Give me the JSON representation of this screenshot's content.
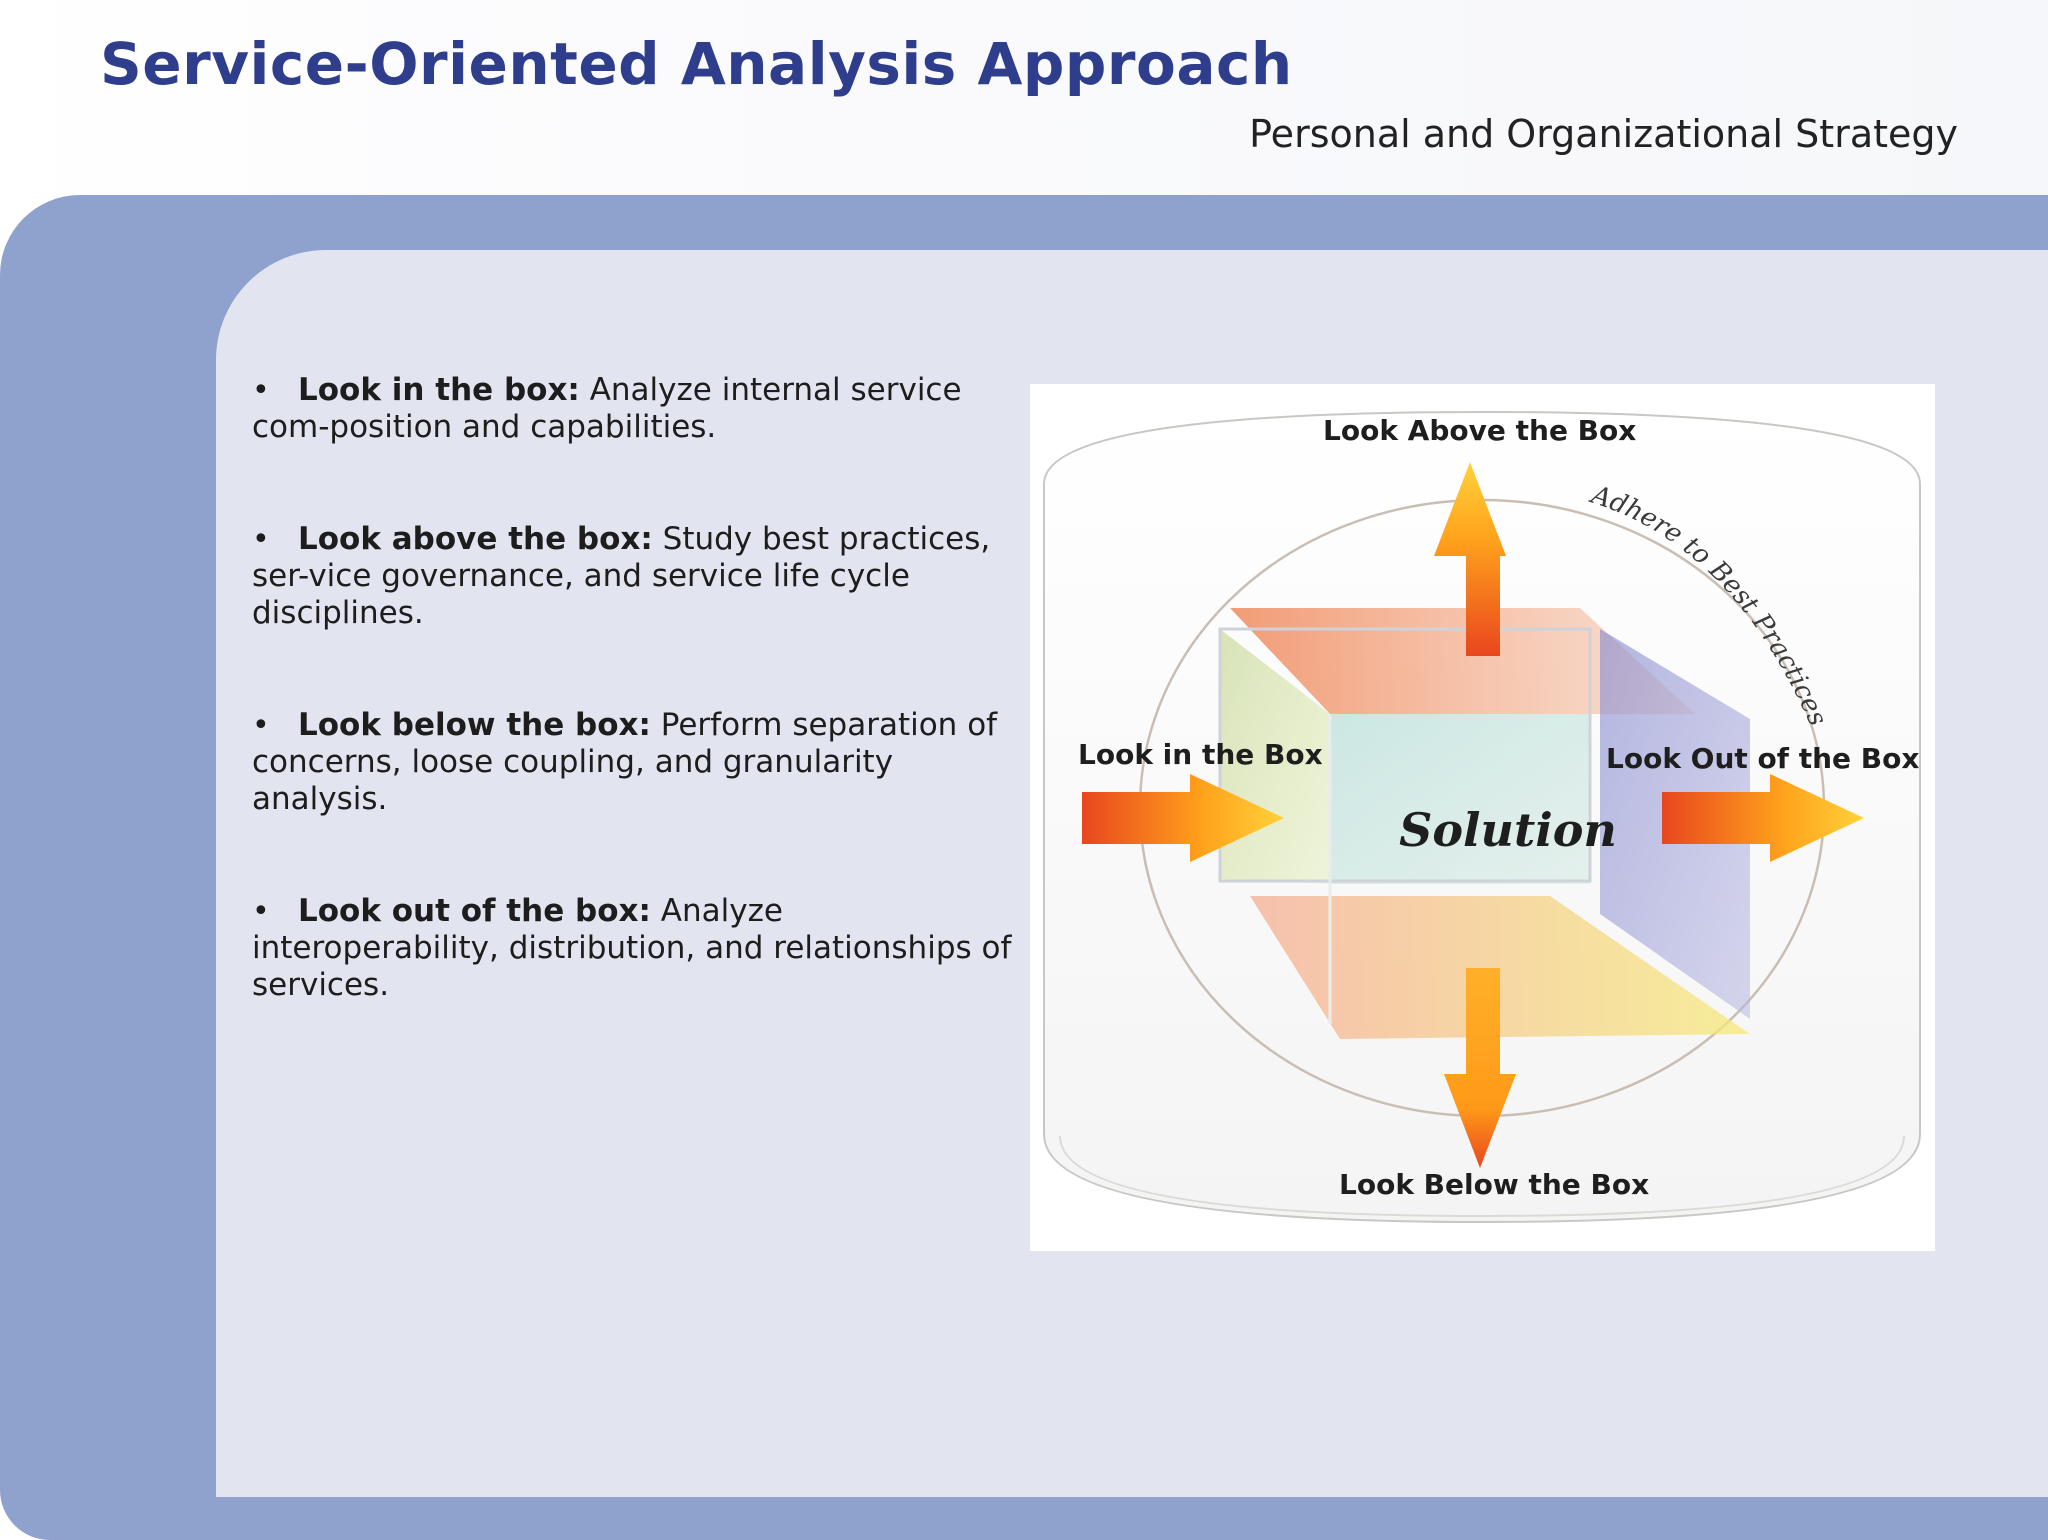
{
  "header": {
    "title": "Service-Oriented Analysis Approach",
    "subtitle": "Personal and Organizational Strategy"
  },
  "bullets": [
    {
      "term": "Look in the box:",
      "text": " Analyze internal service com-position and capabilities."
    },
    {
      "term": "Look above the box:",
      "text": " Study best practices, ser-vice governance, and service life cycle disciplines."
    },
    {
      "term": "Look below the box:",
      "text": "  Perform separation of concerns, loose coupling, and granularity analysis."
    },
    {
      "term": "Look out of the box:",
      "text": " Analyze interoperability, distribution, and relationships of services."
    }
  ],
  "diagram": {
    "label_above": "Look Above the Box",
    "label_below": "Look Below the Box",
    "label_in": "Look in the Box",
    "label_out": "Look Out of the Box",
    "center": "Solution",
    "arc_text": "Adhere to Best Practices"
  },
  "colors": {
    "title": "#2f3e8c",
    "frame": "#8fa2cd",
    "panel": "#e2e4f0",
    "arrow_start": "#ffd23a",
    "arrow_end": "#e8461e"
  }
}
